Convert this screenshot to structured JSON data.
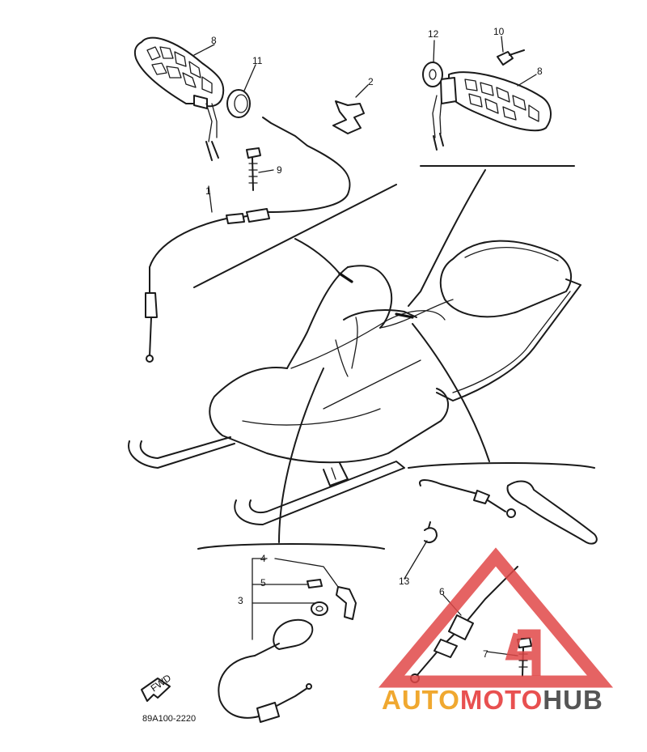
{
  "callouts": {
    "c1": "1",
    "c2": "2",
    "c3": "3",
    "c4": "4",
    "c5": "5",
    "c6": "6",
    "c7": "7",
    "c8_left": "8",
    "c8_right": "8",
    "c9": "9",
    "c10": "10",
    "c11": "11",
    "c12": "12",
    "c13": "13"
  },
  "fwd_label": "FWD",
  "diagram_code": "89A100-2220",
  "watermark": {
    "auto": "AUTO",
    "moto": "MOTO",
    "hub": "HUB",
    "colors": {
      "auto": "#f0a830",
      "moto": "#e85050",
      "hub": "#555555",
      "triangle": "#e04848"
    }
  }
}
